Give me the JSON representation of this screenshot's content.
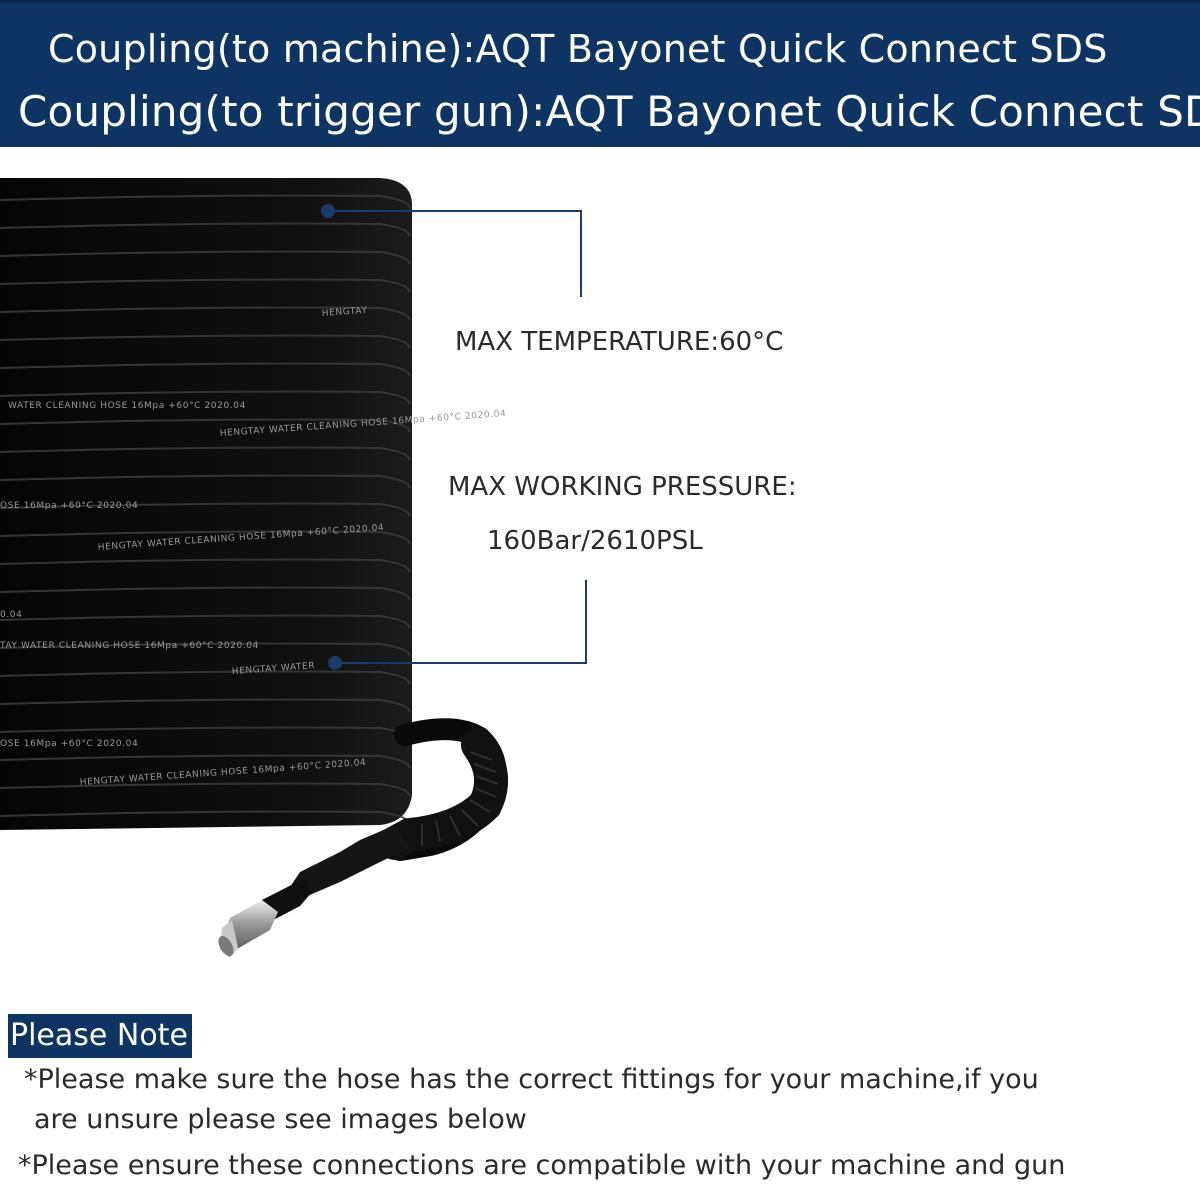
{
  "header": {
    "line_1": "Coupling(to machine):AQT Bayonet Quick Connect SDS",
    "line_2": "Coupling(to trigger gun):AQT Bayonet Quick Connect SDS"
  },
  "specs": {
    "max_temperature": "MAX TEMPERATURE:60°C",
    "max_pressure_label": "MAX WORKING PRESSURE:",
    "max_pressure_value": "160Bar/2610PSL"
  },
  "hose_print": {
    "text_a": "WATER CLEANING HOSE 16Mpa +60°C 2020.04",
    "text_b": "HENGTAY WATER CLEANING HOSE 16Mpa +60°C 2020.04",
    "text_c": "OSE 16Mpa +60°C 2020.04",
    "text_d": "TAY WATER CLEANING HOSE 16Mpa +60°C 2020.04",
    "text_e": "HENGTAY WATER",
    "text_f": "HENGTAY",
    "text_g": "0.04"
  },
  "note": {
    "tag": "Please Note",
    "line_1a": "*Please make sure the hose has the correct fittings for your machine,if you",
    "line_1b": "are unsure please see images below",
    "line_2": "*Please ensure these connections are compatible with your machine and gun"
  },
  "colors": {
    "banner": "#0d3463",
    "hose": "#0b0b0b",
    "callout_line": "#1b3b6b"
  }
}
